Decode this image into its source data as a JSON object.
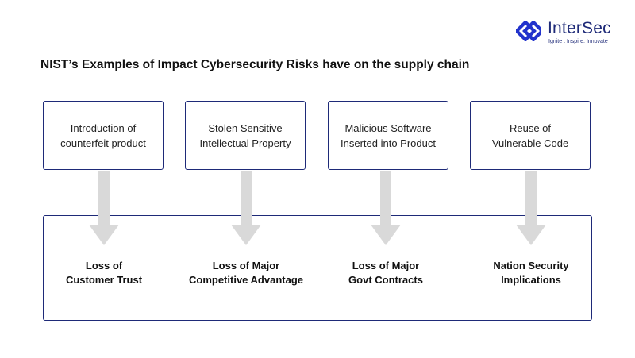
{
  "logo": {
    "brand": "InterSec",
    "tagline": "Ignite . Inspire. Innovate",
    "colors": {
      "mark": "#2233cc",
      "text": "#1e2a78"
    }
  },
  "title": "NIST’s Examples of Impact Cybersecurity Risks have on the supply chain",
  "risks": [
    {
      "line1": "Introduction of",
      "line2": "counterfeit product"
    },
    {
      "line1": "Stolen Sensitive",
      "line2": "Intellectual Property"
    },
    {
      "line1": "Malicious Software",
      "line2": "Inserted into Product"
    },
    {
      "line1": "Reuse of",
      "line2": "Vulnerable Code"
    }
  ],
  "impacts": [
    {
      "line1": "Loss of",
      "line2": "Customer Trust"
    },
    {
      "line1": "Loss of Major",
      "line2": "Competitive Advantage"
    },
    {
      "line1": "Loss of Major",
      "line2": "Govt Contracts"
    },
    {
      "line1": "Nation Security",
      "line2": "Implications"
    }
  ],
  "colors": {
    "border": "#1e2a78",
    "arrow": "#d9d9d9"
  }
}
